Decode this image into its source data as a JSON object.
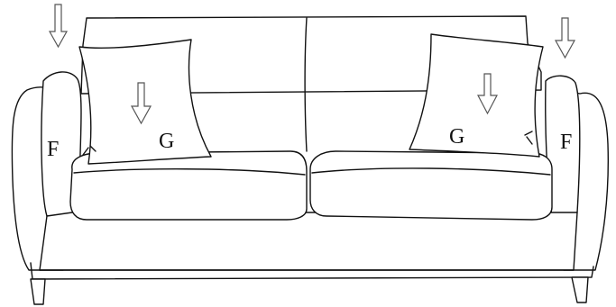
{
  "labels": {
    "arm_left": "F",
    "arm_right": "F",
    "cushion_left": "G",
    "cushion_right": "G"
  },
  "colors": {
    "line": "#111111",
    "arrow_stroke": "#555555",
    "background": "#ffffff"
  },
  "icons": [
    "down-arrow-icon",
    "down-arrow-icon",
    "down-arrow-icon",
    "down-arrow-icon"
  ]
}
